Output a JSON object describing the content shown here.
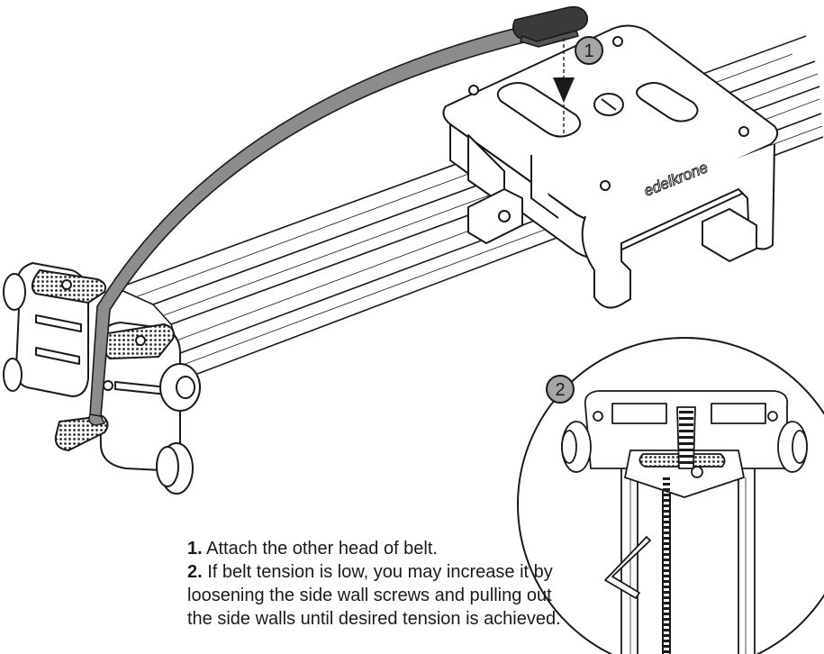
{
  "brand_label": "edelkrone",
  "callouts": [
    {
      "number": "1"
    },
    {
      "number": "2"
    }
  ],
  "steps": [
    {
      "number": "1.",
      "text": " Attach the other head of belt."
    },
    {
      "number": "2.",
      "text": " If belt tension is low, you may increase it by"
    },
    {
      "number": "",
      "text": "loosening the side wall screws and pulling out"
    },
    {
      "number": "",
      "text": "the side walls until desired tension is achieved."
    }
  ],
  "colors": {
    "line": "#1a1a1a",
    "belt": "#8c8c8c",
    "belt_head": "#3a3a3a",
    "callout_fill": "#a6a6a6",
    "grip": "#2b2b2b"
  }
}
